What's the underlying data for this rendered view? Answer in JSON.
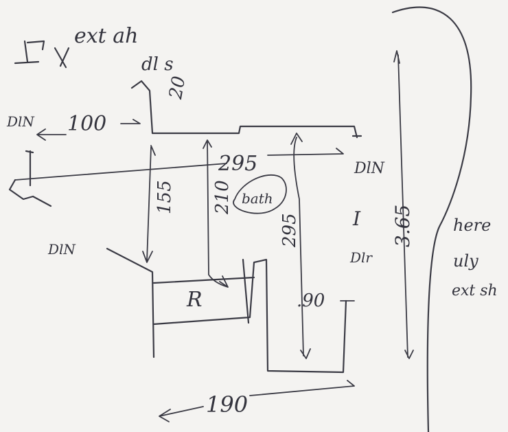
{
  "labels": {
    "ext_wall_top": "ext ah",
    "top_dl": "dl s",
    "top_20": "20",
    "dw_left": "DlN",
    "dim_100": "100",
    "dim_295_top": "295",
    "dim_295_mid": "295",
    "bath": "bath",
    "dw_right": "DlN",
    "right_i": "I",
    "dw_lower_left": "DlN",
    "dim_155": "155",
    "dim_210": "210",
    "dw_right_lower": "Dlr",
    "refrigerator": "R",
    "dim_90": ".90",
    "dim_365": "3.65",
    "note_line1": "here",
    "note_line2": "uly",
    "note_line3": "ext sh",
    "dim_190": "190"
  },
  "colors": {
    "ink": "#3a3a44",
    "paper": "#f4f3f1"
  }
}
